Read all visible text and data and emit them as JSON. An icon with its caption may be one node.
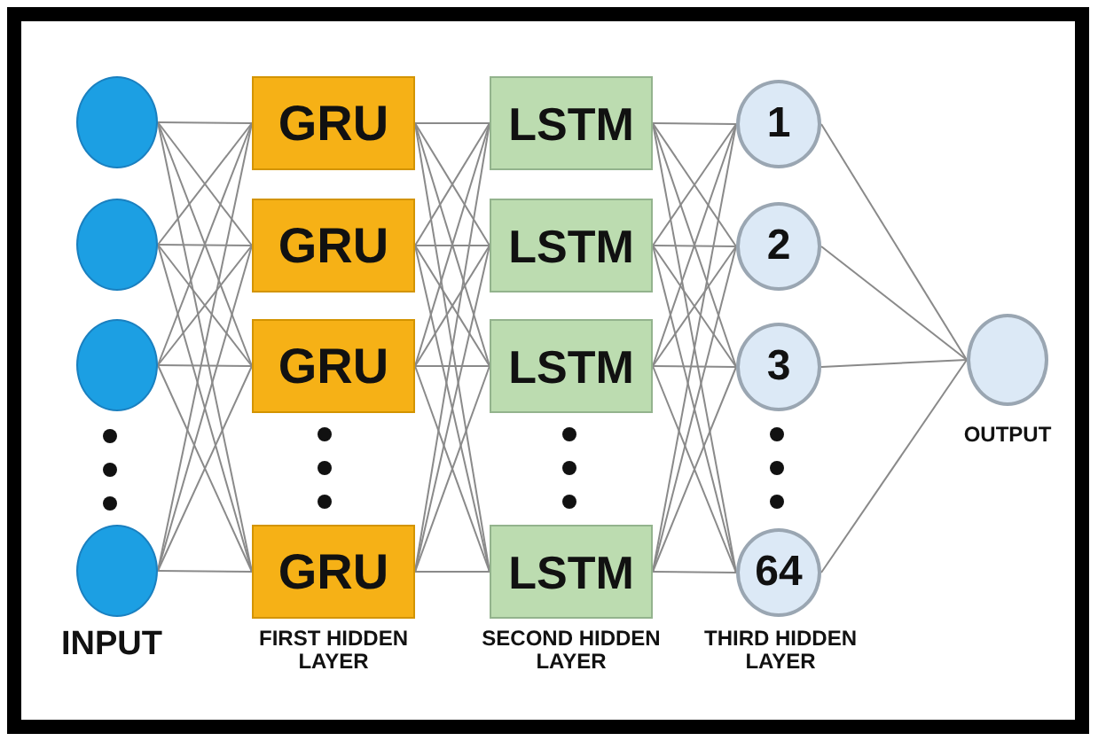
{
  "diagram": {
    "nodes": [
      {
        "text": [],
        "shape": "circle"
      },
      {
        "text": [],
        "shape": "circle"
      },
      {
        "text": [],
        "shape": "circle"
      },
      {
        "text": [],
        "shape": "circle"
      },
      {
        "text": [
          "GRU"
        ]
      },
      {
        "text": [
          "GRU"
        ]
      },
      {
        "text": [
          "GRU"
        ]
      },
      {
        "text": [
          "GRU"
        ]
      },
      {
        "text": [
          "LSTM"
        ]
      },
      {
        "text": [
          "LSTM"
        ]
      },
      {
        "text": [
          "LSTM"
        ]
      },
      {
        "text": [
          "LSTM"
        ]
      },
      {
        "text": [
          "1"
        ]
      },
      {
        "text": [
          "2"
        ]
      },
      {
        "text": [
          "3"
        ]
      },
      {
        "text": [
          "64"
        ]
      },
      {
        "text": [],
        "shape": "circle",
        "beside": [
          "OUTPUT"
        ]
      }
    ],
    "edges": [
      {
        "from": 0,
        "to": 4,
        "arrow": "none"
      },
      {
        "from": 0,
        "to": 5,
        "arrow": "none"
      },
      {
        "from": 0,
        "to": 6,
        "arrow": "none"
      },
      {
        "from": 0,
        "to": 7,
        "arrow": "none"
      },
      {
        "from": 1,
        "to": 4,
        "arrow": "none"
      },
      {
        "from": 1,
        "to": 5,
        "arrow": "none"
      },
      {
        "from": 1,
        "to": 6,
        "arrow": "none"
      },
      {
        "from": 1,
        "to": 7,
        "arrow": "none"
      },
      {
        "from": 2,
        "to": 4,
        "arrow": "none"
      },
      {
        "from": 2,
        "to": 5,
        "arrow": "none"
      },
      {
        "from": 2,
        "to": 6,
        "arrow": "none"
      },
      {
        "from": 2,
        "to": 7,
        "arrow": "none"
      },
      {
        "from": 3,
        "to": 4,
        "arrow": "none"
      },
      {
        "from": 3,
        "to": 5,
        "arrow": "none"
      },
      {
        "from": 3,
        "to": 6,
        "arrow": "none"
      },
      {
        "from": 3,
        "to": 7,
        "arrow": "none"
      },
      {
        "from": 4,
        "to": 8,
        "arrow": "none"
      },
      {
        "from": 4,
        "to": 9,
        "arrow": "none"
      },
      {
        "from": 4,
        "to": 10,
        "arrow": "none"
      },
      {
        "from": 4,
        "to": 11,
        "arrow": "none"
      },
      {
        "from": 5,
        "to": 8,
        "arrow": "none"
      },
      {
        "from": 5,
        "to": 9,
        "arrow": "none"
      },
      {
        "from": 5,
        "to": 10,
        "arrow": "none"
      },
      {
        "from": 5,
        "to": 11,
        "arrow": "none"
      },
      {
        "from": 6,
        "to": 8,
        "arrow": "none"
      },
      {
        "from": 6,
        "to": 9,
        "arrow": "none"
      },
      {
        "from": 6,
        "to": 10,
        "arrow": "none"
      },
      {
        "from": 6,
        "to": 11,
        "arrow": "none"
      },
      {
        "from": 7,
        "to": 8,
        "arrow": "none"
      },
      {
        "from": 7,
        "to": 9,
        "arrow": "none"
      },
      {
        "from": 7,
        "to": 10,
        "arrow": "none"
      },
      {
        "from": 7,
        "to": 11,
        "arrow": "none"
      },
      {
        "from": 8,
        "to": 12,
        "arrow": "none"
      },
      {
        "from": 8,
        "to": 13,
        "arrow": "none"
      },
      {
        "from": 8,
        "to": 14,
        "arrow": "none"
      },
      {
        "from": 8,
        "to": 15,
        "arrow": "none"
      },
      {
        "from": 9,
        "to": 12,
        "arrow": "none"
      },
      {
        "from": 9,
        "to": 13,
        "arrow": "none"
      },
      {
        "from": 9,
        "to": 14,
        "arrow": "none"
      },
      {
        "from": 9,
        "to": 15,
        "arrow": "none"
      },
      {
        "from": 10,
        "to": 12,
        "arrow": "none"
      },
      {
        "from": 10,
        "to": 13,
        "arrow": "none"
      },
      {
        "from": 10,
        "to": 14,
        "arrow": "none"
      },
      {
        "from": 10,
        "to": 15,
        "arrow": "none"
      },
      {
        "from": 11,
        "to": 12,
        "arrow": "none"
      },
      {
        "from": 11,
        "to": 13,
        "arrow": "none"
      },
      {
        "from": 11,
        "to": 14,
        "arrow": "none"
      },
      {
        "from": 11,
        "to": 15,
        "arrow": "none"
      },
      {
        "from": 12,
        "to": 16,
        "arrow": "none"
      },
      {
        "from": 13,
        "to": 16,
        "arrow": "none"
      },
      {
        "from": 14,
        "to": 16,
        "arrow": "none"
      },
      {
        "from": 15,
        "to": 16,
        "arrow": "none"
      }
    ],
    "labels": [
      "INPUT",
      "FIRST HIDDEN LAYER",
      "SECOND HIDDEN LAYER",
      "THIRD HIDDEN LAYER"
    ]
  }
}
